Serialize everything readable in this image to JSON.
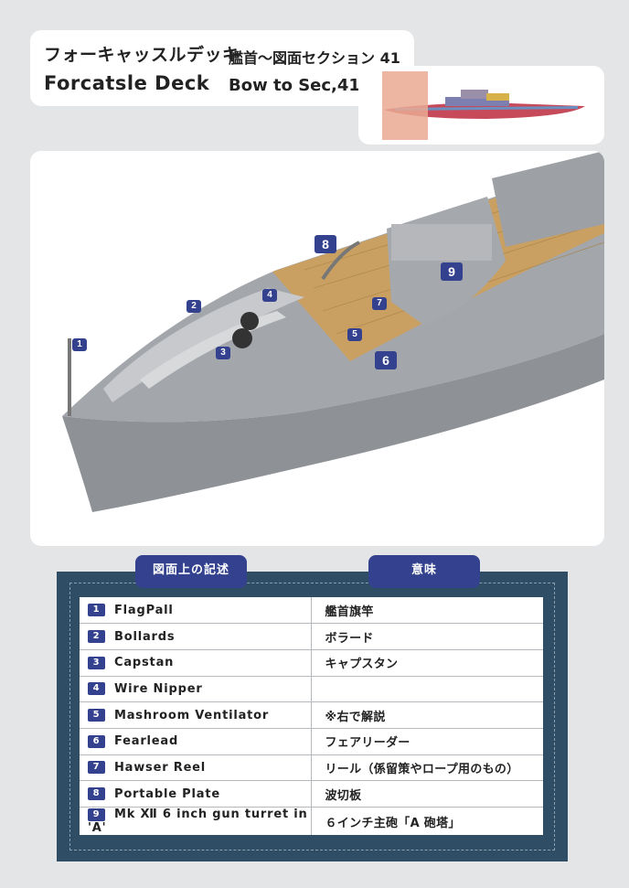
{
  "header": {
    "title_jp": "フォーキャッスルデッキ",
    "subtitle_jp": "艦首～図面セクション 41",
    "title_en": "Forcatsle Deck",
    "subtitle_en": "Bow to Sec,41"
  },
  "callouts": [
    "1",
    "2",
    "3",
    "4",
    "5",
    "6",
    "7",
    "8",
    "9"
  ],
  "table": {
    "headers": [
      "図面上の記述",
      "意味"
    ],
    "rows": [
      {
        "num": "1",
        "term": "FlagPall",
        "meaning": "艦首旗竿"
      },
      {
        "num": "2",
        "term": "Bollards",
        "meaning": "ボラード"
      },
      {
        "num": "3",
        "term": "Capstan",
        "meaning": "キャプスタン"
      },
      {
        "num": "4",
        "term": "Wire Nipper",
        "meaning": ""
      },
      {
        "num": "5",
        "term": "Mashroom Ventilator",
        "meaning": "※右で解説"
      },
      {
        "num": "6",
        "term": "Fearlead",
        "meaning": "フェアリーダー"
      },
      {
        "num": "7",
        "term": "Hawser Reel",
        "meaning": "リール（係留策やロープ用のもの）"
      },
      {
        "num": "8",
        "term": "Portable Plate",
        "meaning": "波切板"
      },
      {
        "num": "9",
        "term": "Mk Ⅻ 6 inch gun turret in 'A'",
        "meaning": "６インチ主砲「A 砲塔」"
      }
    ]
  },
  "colors": {
    "badge": "#33418f",
    "frame": "#2f4e66",
    "deck": "#c9a062",
    "hull": "#8e9196",
    "highlight": "#eaa993"
  }
}
